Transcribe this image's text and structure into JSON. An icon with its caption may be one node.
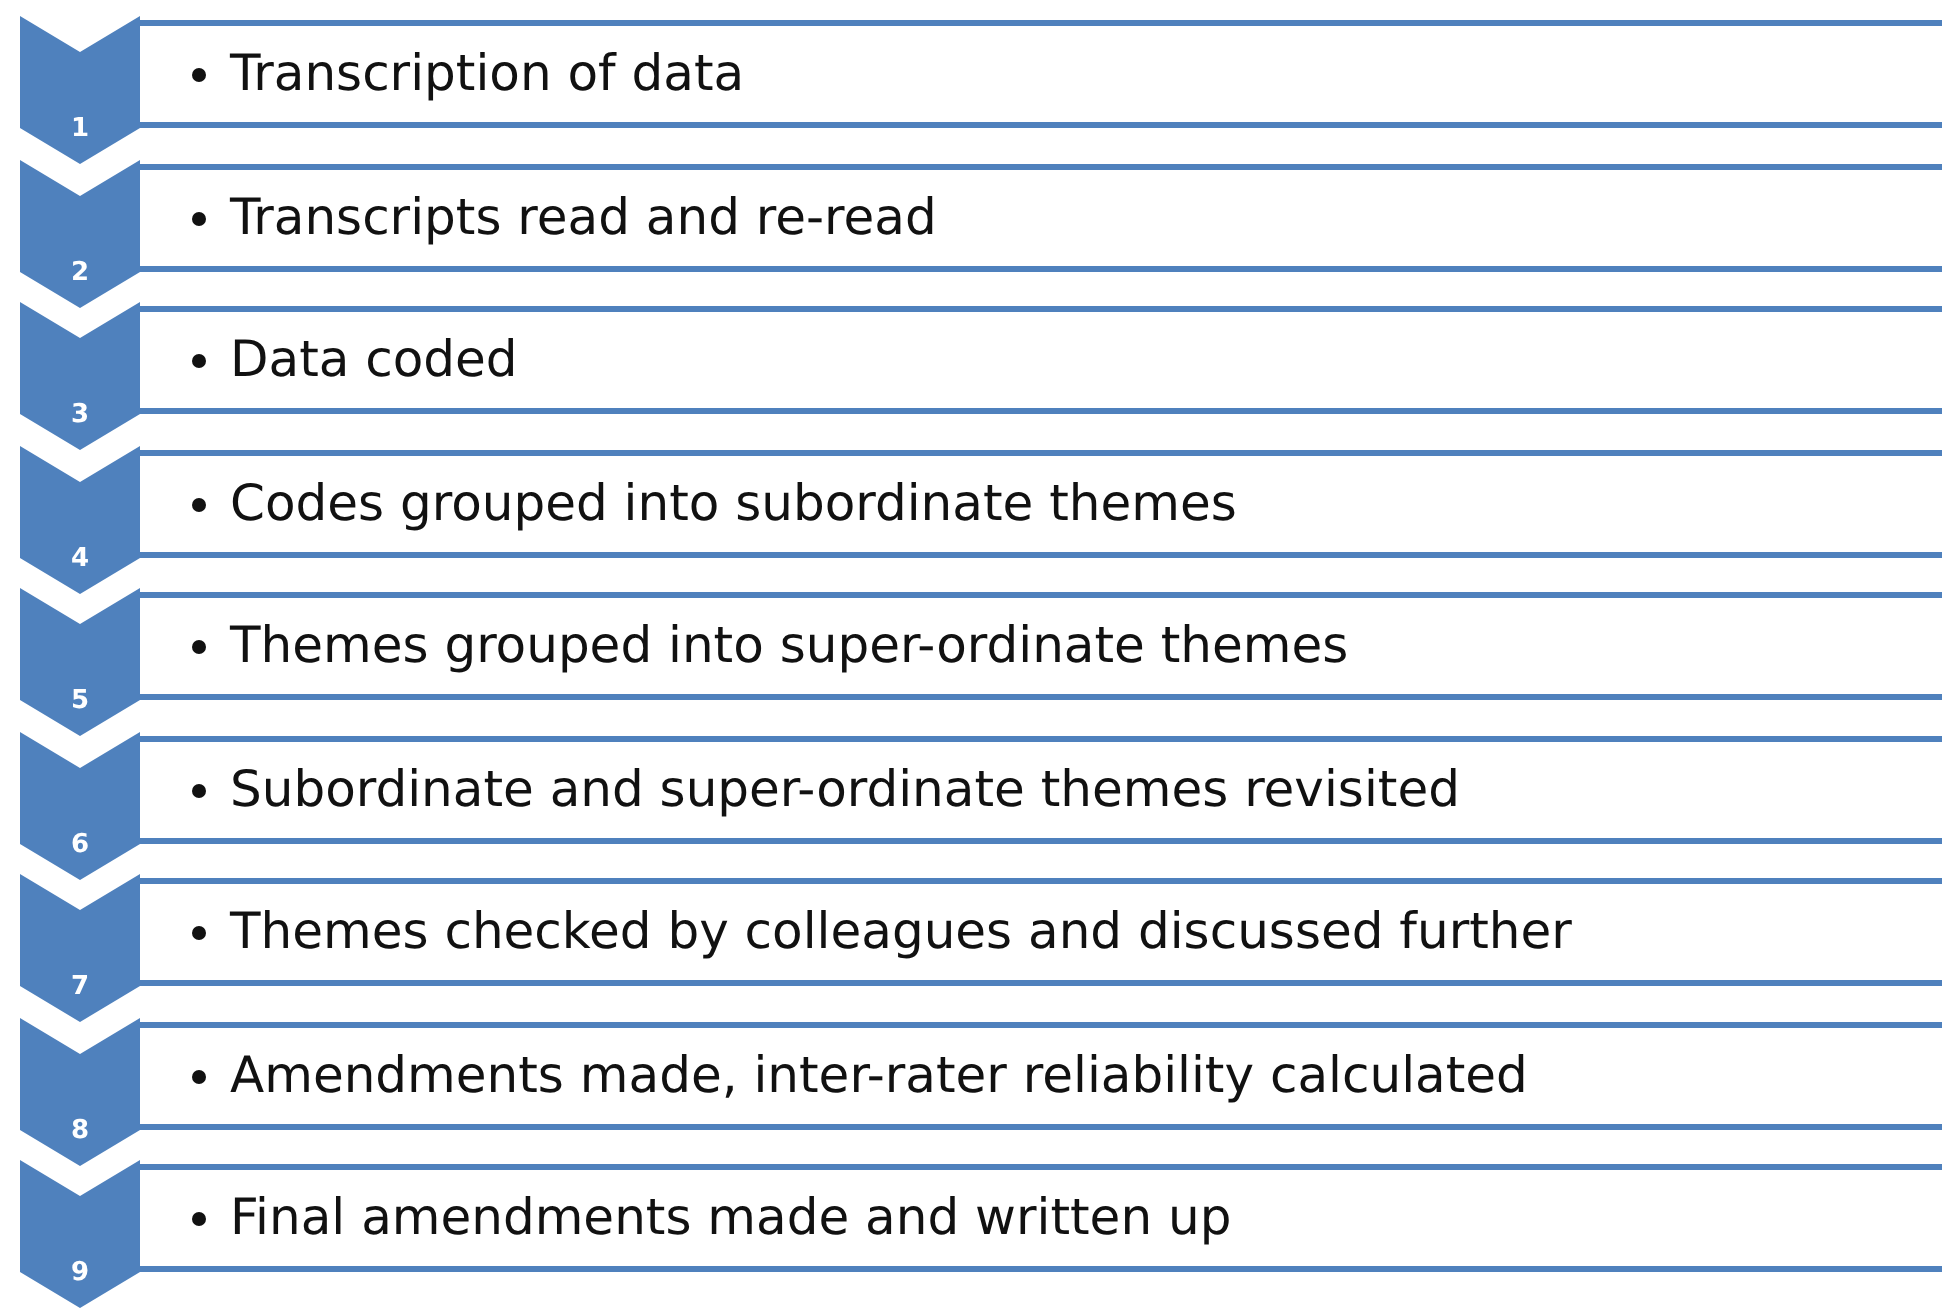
{
  "diagram": {
    "nodes": [
      {
        "text": [
          "1"
        ]
      },
      {
        "text": [
          "Transcription of data"
        ]
      },
      {
        "text": [
          "2"
        ]
      },
      {
        "text": [
          "Transcripts read and re-read"
        ]
      },
      {
        "text": [
          "3"
        ]
      },
      {
        "text": [
          "Data coded"
        ]
      },
      {
        "text": [
          "4"
        ]
      },
      {
        "text": [
          "Codes grouped into subordinate themes"
        ]
      },
      {
        "text": [
          "5"
        ]
      },
      {
        "text": [
          "Themes grouped into super-ordinate themes"
        ]
      },
      {
        "text": [
          "6"
        ]
      },
      {
        "text": [
          "Subordinate and super-ordinate themes revisited"
        ]
      },
      {
        "text": [
          "7"
        ]
      },
      {
        "text": [
          "Themes checked by colleagues and discussed further"
        ]
      },
      {
        "text": [
          "8"
        ]
      },
      {
        "text": [
          "Amendments made, inter-rater reliability calculated"
        ]
      },
      {
        "text": [
          "9"
        ]
      },
      {
        "text": [
          "Final amendments made and written up"
        ]
      }
    ]
  }
}
